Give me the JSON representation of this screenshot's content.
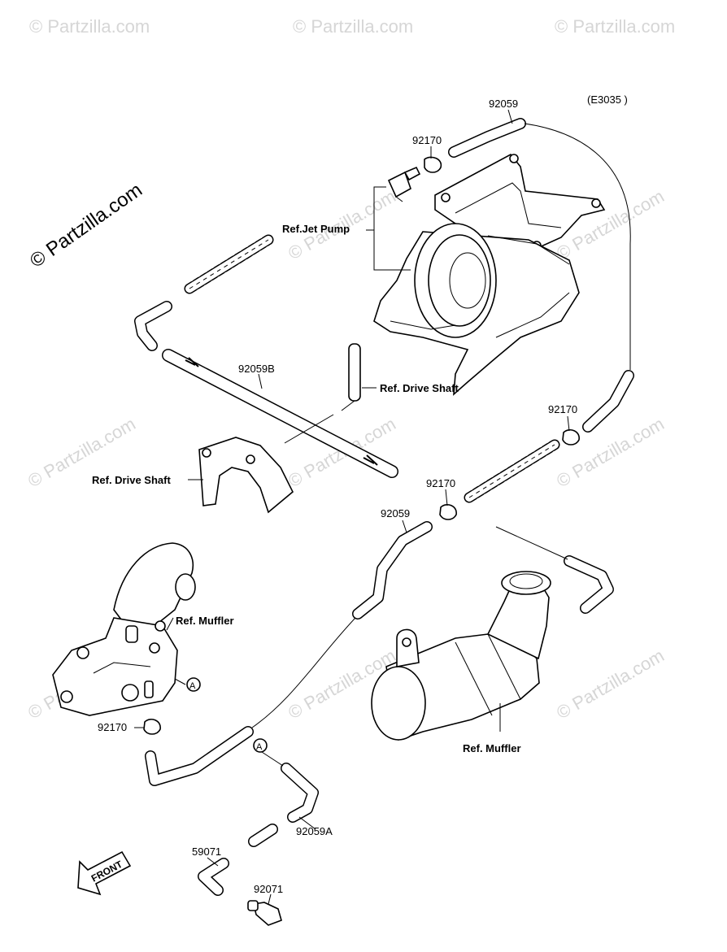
{
  "diagram": {
    "code": "(E3035 )",
    "watermark_main": "© Partzilla.com",
    "watermark_small": "© Partzilla.com",
    "labels": {
      "hose_top": "92059",
      "clamp_top": "92170",
      "ref_jet_pump": "Ref.Jet Pump",
      "hose_long": "92059B",
      "ref_drive_shaft_1": "Ref. Drive Shaft",
      "clamp_right": "92170",
      "ref_drive_shaft_2": "Ref. Drive Shaft",
      "clamp_mid": "92170",
      "hose_mid": "92059",
      "ref_muffler_left": "Ref. Muffler",
      "mark_a_left": "A",
      "clamp_left": "92170",
      "ref_muffler_right": "Ref. Muffler",
      "mark_a_center": "A",
      "hose_a": "92059A",
      "fitting": "59071",
      "cap": "92071",
      "front": "FRONT"
    }
  }
}
